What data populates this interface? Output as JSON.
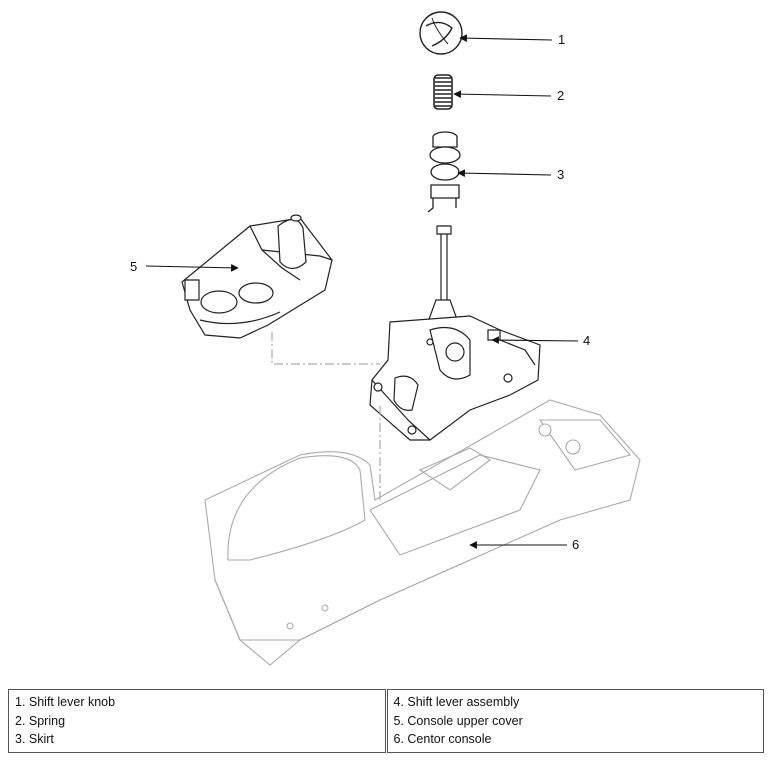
{
  "callouts": [
    "1",
    "2",
    "3",
    "4",
    "5",
    "6"
  ],
  "legend": {
    "left": [
      "1. Shift lever knob",
      "2. Spring",
      "3. Skirt"
    ],
    "right": [
      "4. Shift lever assembly",
      "5. Console upper cover",
      "6. Centor console"
    ]
  }
}
